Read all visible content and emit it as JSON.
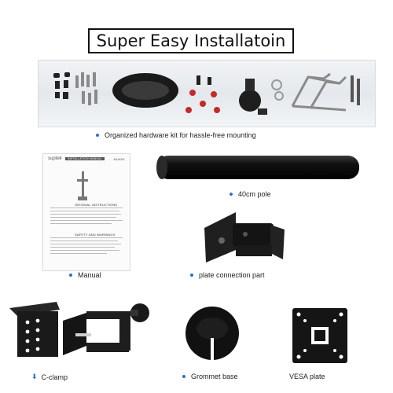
{
  "title": "Super Easy Installatoin",
  "hardware_caption": "Organized hardware kit for hassle-free mounting",
  "manual": {
    "caption": "Manual",
    "brand_logo": "suptek",
    "header_text": "INSTALLATION MANUAL",
    "model_code": "ML6001",
    "section_1": "ORIGINAL INSTRUCTIONS",
    "section_2": "SAFETY AND WARNINGS"
  },
  "parts": [
    {
      "caption": "40cm pole",
      "icon": "pole-icon"
    },
    {
      "caption": "plate connection part",
      "icon": "plate-connection-icon"
    },
    {
      "caption": "C-clamp",
      "icon": "c-clamp-icon"
    },
    {
      "caption": "Grommet base",
      "icon": "grommet-base-icon"
    },
    {
      "caption": "VESA plate",
      "icon": "vesa-plate-icon"
    }
  ],
  "colors": {
    "bullet": "#2b6fd1",
    "hardware": "#1a1a1a",
    "bag": "#e7eaed"
  }
}
